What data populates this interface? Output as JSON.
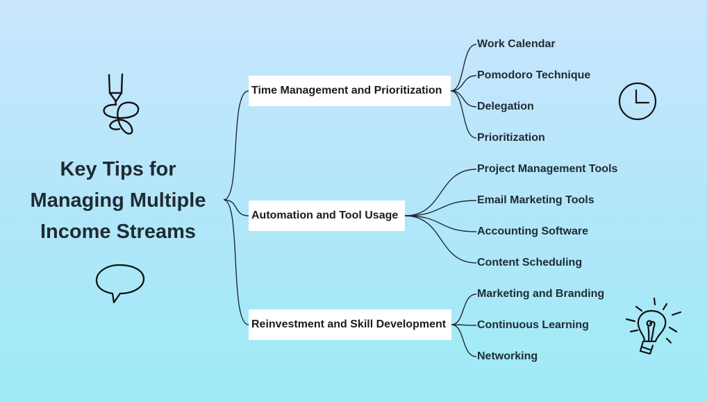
{
  "title": {
    "lines": [
      "Key Tips for",
      "Managing Multiple",
      "Income Streams"
    ]
  },
  "branches": [
    {
      "label": "Time Management and Prioritization",
      "children": [
        "Work Calendar",
        "Pomodoro Technique",
        "Delegation",
        "Prioritization"
      ]
    },
    {
      "label": "Automation and Tool Usage",
      "children": [
        "Project Management Tools",
        "Email Marketing Tools",
        "Accounting Software",
        "Content Scheduling"
      ]
    },
    {
      "label": "Reinvestment and Skill Development",
      "children": [
        "Marketing and Branding",
        "Continuous Learning",
        "Networking"
      ]
    }
  ],
  "icons": [
    "pen-scribble-icon",
    "speech-bubble-icon",
    "clock-icon",
    "lightbulb-icon"
  ],
  "colors": {
    "line": "#1f2a33",
    "text": "#1f2a33",
    "box": "#ffffff"
  }
}
